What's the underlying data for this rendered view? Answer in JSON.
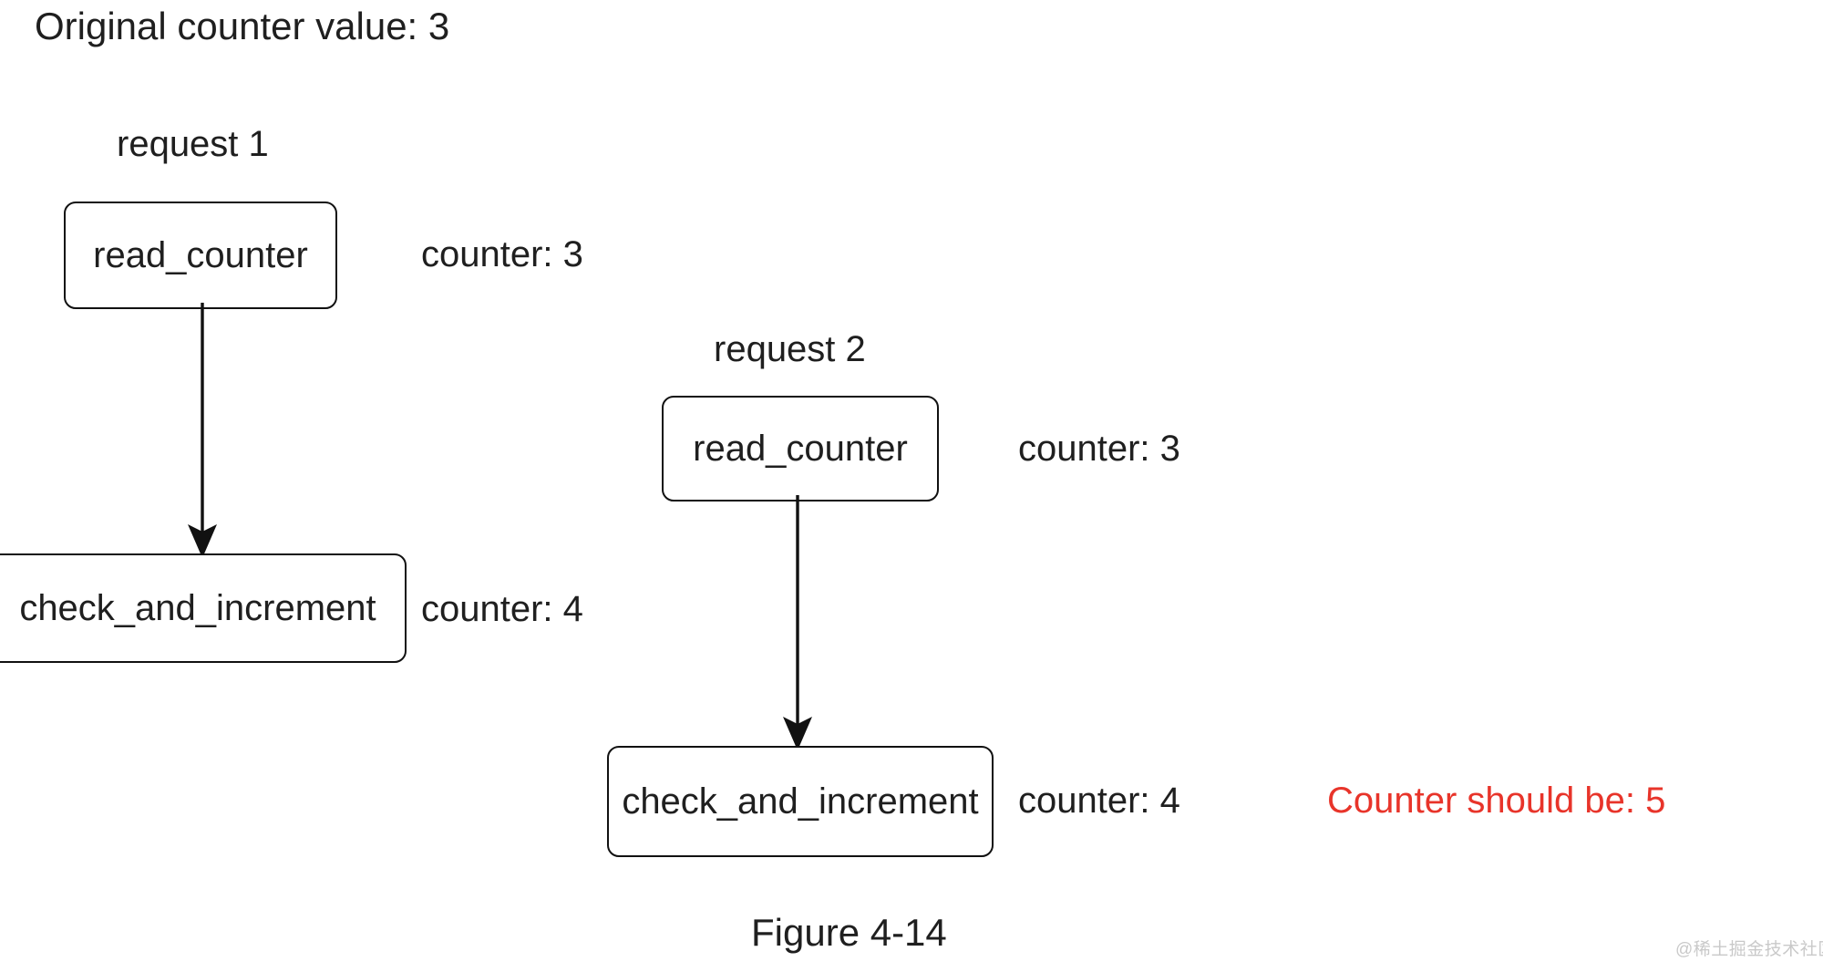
{
  "figure": {
    "title": "Original counter value: 3",
    "caption": "Figure 4-14",
    "watermark": "@稀土掘金技术社区",
    "note": "Counter should be: 5",
    "note_color": "#e8342a",
    "line_color": "#111111",
    "background": "#ffffff"
  },
  "requests": [
    {
      "label": "request 1",
      "steps": [
        {
          "name": "read_counter",
          "counter_label": "counter: 3",
          "counter_value": 3
        },
        {
          "name": "check_and_increment",
          "counter_label": "counter: 4",
          "counter_value": 4
        }
      ]
    },
    {
      "label": "request 2",
      "steps": [
        {
          "name": "read_counter",
          "counter_label": "counter: 3",
          "counter_value": 3
        },
        {
          "name": "check_and_increment",
          "counter_label": "counter: 4",
          "counter_value": 4
        }
      ]
    }
  ]
}
